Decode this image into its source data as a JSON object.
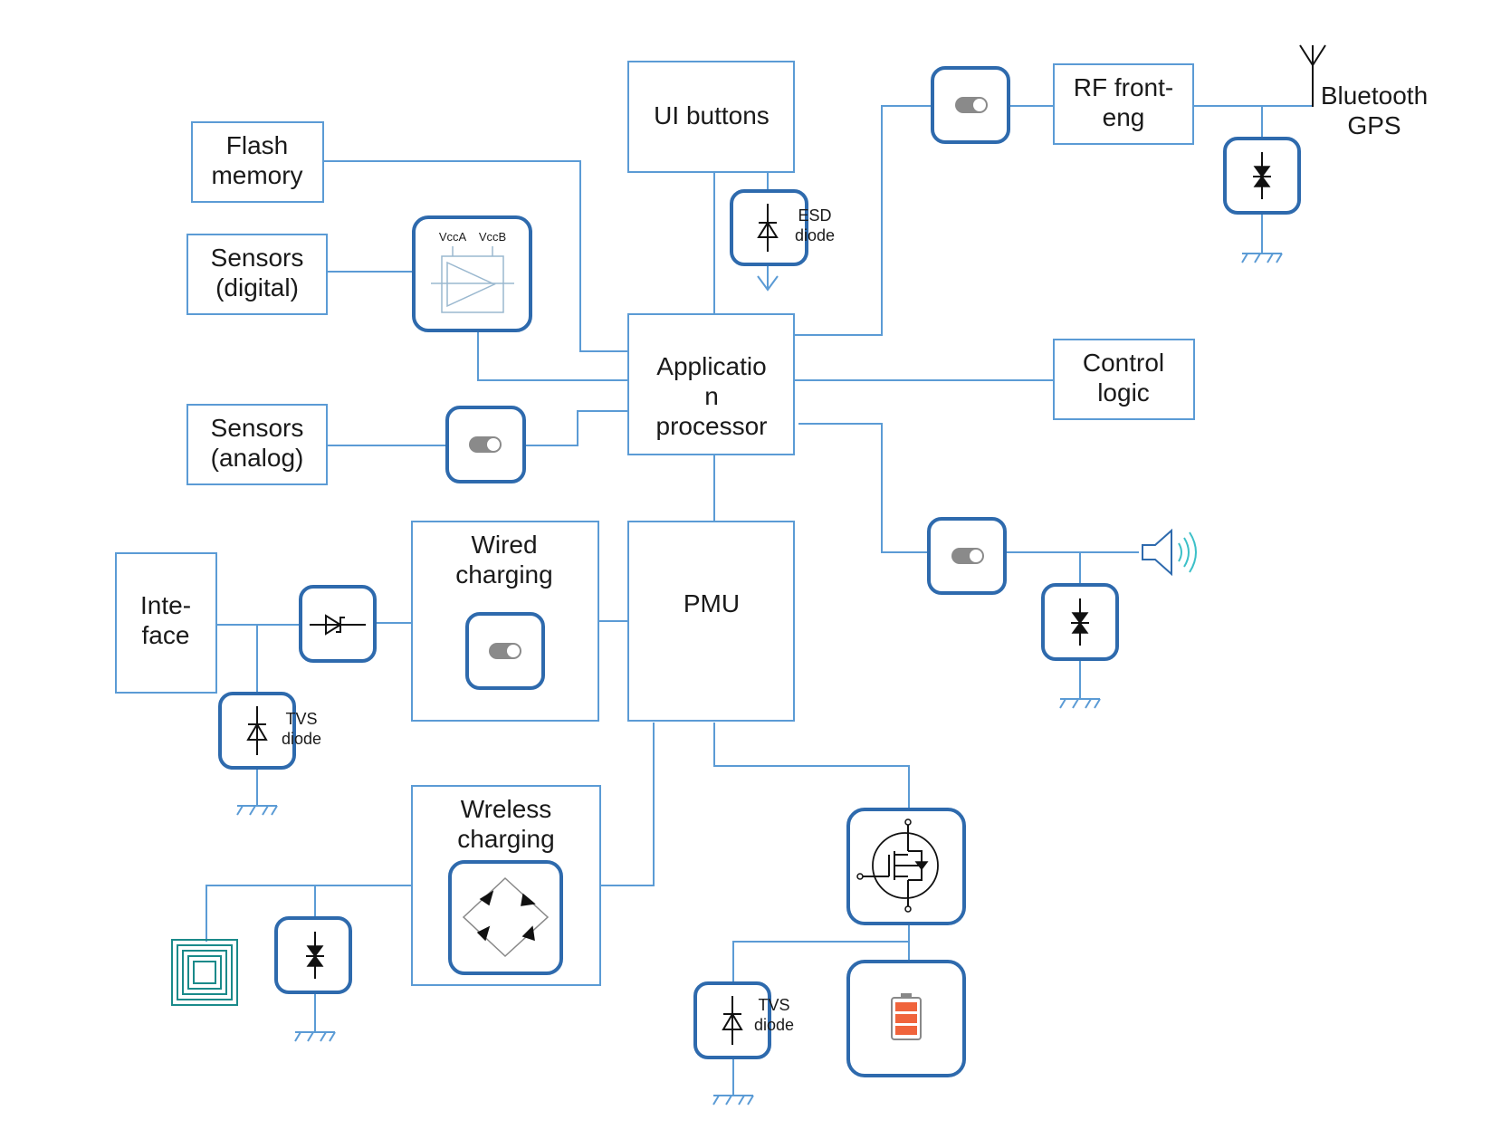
{
  "blocks": {
    "flash": [
      "Flash",
      "memory"
    ],
    "sensors_digital": [
      "Sensors",
      "(digital)"
    ],
    "sensors_analog": [
      "Sensors",
      "(analog)"
    ],
    "ui_buttons": [
      "UI buttons"
    ],
    "app_processor": [
      "Applicatio",
      "n",
      "processor"
    ],
    "rf_front": [
      "RF front-",
      "eng"
    ],
    "control_logic": [
      "Control",
      "logic"
    ],
    "wired_charging": [
      "Wired",
      "charging"
    ],
    "pmu": [
      "PMU"
    ],
    "interface": [
      "Inte-",
      "face"
    ],
    "wireless_charging": [
      "Wreless",
      "charging"
    ]
  },
  "labels": {
    "bluetooth": "Bluetooth",
    "gps": "GPS",
    "esd": [
      "ESD",
      "diode"
    ],
    "tvs_left": [
      "TVS",
      "diode"
    ],
    "tvs_bottom": [
      "TVS",
      "diode"
    ],
    "vcca": "VccA",
    "vccb": "VccB"
  },
  "colors": {
    "line": "#5b9bd5",
    "component_border": "#2e6aad",
    "coil": "#1a8a8a",
    "battery": "#f0643c",
    "speaker_waves": "#3cc0c8"
  }
}
